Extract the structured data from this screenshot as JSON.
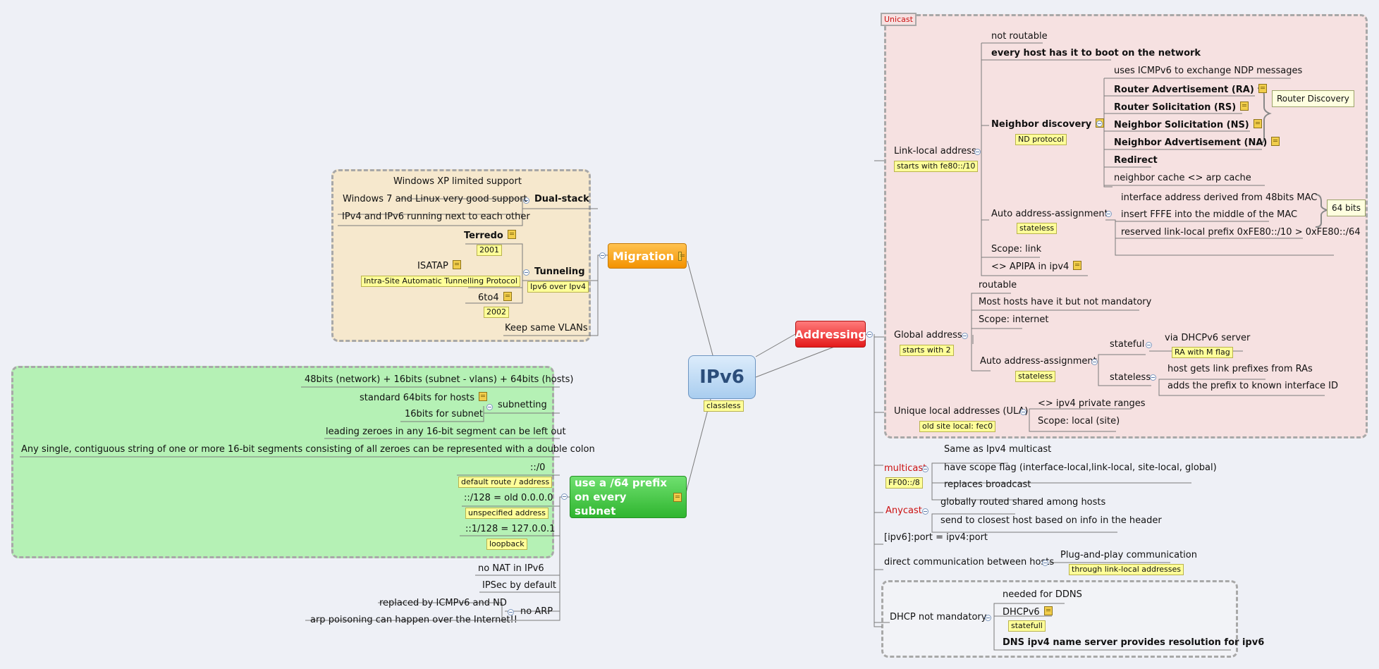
{
  "center": {
    "title": "IPv6",
    "badge": "classless"
  },
  "migration": {
    "title": "Migration",
    "dualstack": {
      "label": "Dual-stack",
      "items": [
        "Windows XP limited support",
        "Windows 7 and Linux very good support",
        "IPv4 and IPv6 running next to each other"
      ]
    },
    "tunneling": {
      "label": "Tunneling",
      "badge": "Ipv6 over Ipv4",
      "terredo": "Terredo",
      "terredo_year": "2001",
      "isatap": "ISATAP",
      "isatap_desc": "Intra-Site Automatic Tunnelling Protocol",
      "sixto4": "6to4",
      "sixto4_year": "2002"
    },
    "vlans": "Keep same VLANs"
  },
  "prefix": {
    "title": "use a /64 prefix on every subnet",
    "format": "48bits (network) + 16bits (subnet - vlans) + 64bits (hosts)",
    "subnetting": {
      "label": "subnetting",
      "hosts": "standard 64bits for hosts",
      "subnet": "16bits for subnet"
    },
    "zeroes": "leading zeroes in any 16-bit segment can be left out",
    "colon": "Any single, contiguous string of one or more 16-bit segments consisting of all zeroes can be represented with a double colon",
    "default_route": "::/0",
    "default_route_badge": "default route / address",
    "unspecified": "::/128 = old 0.0.0.0",
    "unspecified_badge": "unspecified address",
    "loopback": "::1/128 = 127.0.0.1",
    "loopback_badge": "loopback",
    "nonat": "no NAT in IPv6",
    "ipsec": "IPSec by default",
    "noarp": {
      "label": "no ARP",
      "replaced": "replaced by ICMPv6 and ND",
      "poison": "arp poisoning can happen over the Internet!!"
    }
  },
  "addressing": {
    "title": "Addressing",
    "unicast_label": "Unicast",
    "linklocal": {
      "label": "Link-local address",
      "badge": "starts with fe80::/10",
      "not_routable": "not routable",
      "every_host": "every host has it to boot on the network",
      "nd": {
        "label": "Neighbor discovery",
        "badge": "ND protocol",
        "icmp": "uses ICMPv6 to exchange NDP messages",
        "ra": "Router Advertisement (RA)",
        "rs": "Router Solicitation (RS)",
        "ns": "Neighbor Solicitation (NS)",
        "na": "Neighbor Advertisement (NA)",
        "redirect": "Redirect",
        "cache": "neighbor cache <> arp cache",
        "router_discovery": "Router Discovery"
      },
      "auto": {
        "label": "Auto address-assignment",
        "badge": "stateless",
        "derived": "interface address derived from 48bits MAC",
        "fffe": "insert FFFE into the middle of the MAC",
        "reserved": "reserved link-local prefix 0xFE80::/10 > 0xFE80::/64",
        "bits": "64 bits"
      },
      "scope": "Scope: link",
      "apipa": "<> APIPA in ipv4"
    },
    "global": {
      "label": "Global address",
      "badge": "starts with 2",
      "routable": "routable",
      "most_hosts": "Most hosts have it but not mandatory",
      "scope": "Scope: internet",
      "auto": {
        "label": "Auto address-assignment",
        "badge": "stateless",
        "stateful": "stateful",
        "dhcp": "via DHCPv6 server",
        "mflag": "RA with M flag",
        "stateless": "stateless",
        "prefixes": "host gets link prefixes from  RAs",
        "adds": "adds the prefix to known interface ID"
      }
    },
    "ula": {
      "label": "Unique local addresses (ULA)",
      "badge": "old site local: fec0",
      "private": "<> ipv4 private ranges",
      "scope": "Scope: local (site)"
    },
    "multicast": {
      "label": "multicast",
      "badge": "FF00::/8",
      "same": "Same as Ipv4 multicast",
      "scope": "have scope flag (interface-local,link-local, site-local, global)",
      "broadcast": "replaces broadcast"
    },
    "anycast": {
      "label": "Anycast",
      "shared": "globally routed shared among hosts",
      "closest": "send to closest host based on info in the header"
    },
    "port": "[ipv6]:port = ipv4:port",
    "direct": {
      "label": "direct communication between hosts",
      "pnp": "Plug-and-play communication",
      "badge": "through link-local addresses"
    },
    "dhcp": {
      "label": "DHCP not mandatory",
      "ddns": "needed for DDNS",
      "dhcpv6": "DHCPv6",
      "badge": "statefull",
      "dns": "DNS ipv4 name server provides resolution for ipv6"
    }
  }
}
